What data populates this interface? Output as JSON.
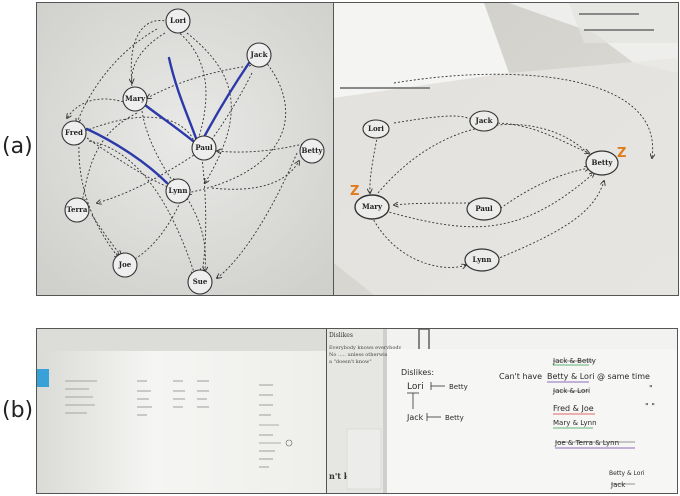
{
  "labels": {
    "a": "(a)",
    "b": "(b)"
  },
  "panel_a": {
    "left_graph": {
      "nodes": [
        "Lori",
        "Jack",
        "Mary",
        "Fred",
        "Paul",
        "Betty",
        "Lynn",
        "Terra",
        "Joe",
        "Sue"
      ]
    },
    "right_graph": {
      "nodes": [
        "Lori",
        "Jack",
        "Betty",
        "Mary",
        "Paul",
        "Lynn"
      ],
      "marks": [
        "Z",
        "Z"
      ]
    }
  },
  "panel_b": {
    "dislikes_title": "Dislikes:",
    "dislikes_lines": [
      "Lori",
      "Betty",
      "Jack",
      "Betty"
    ],
    "cant_have_prefix": "Can't have",
    "cant_have_text": "Betty & Lori @ same time",
    "right_list": [
      "Jack & Betty",
      "Jack & Lori",
      "Fred & Joe",
      "Mary & Lynn",
      "Joe & Terra & Lynn"
    ],
    "quotes": [
      "\"",
      "\" \""
    ],
    "bottom_note_1": "Betty & Lori",
    "bottom_note_2": "Jack",
    "printed_header": "Dislikes",
    "printed_lines": [
      "Everybody knows everybody",
      "No ..... unless otherwise dir..",
      "a \"doesn't know\""
    ],
    "printed_footer": "n't know",
    "left_board_lines": [
      "..."
    ]
  },
  "colors": {
    "blue_marker": "#2b3aa8",
    "orange_marker": "#e07a1a"
  }
}
